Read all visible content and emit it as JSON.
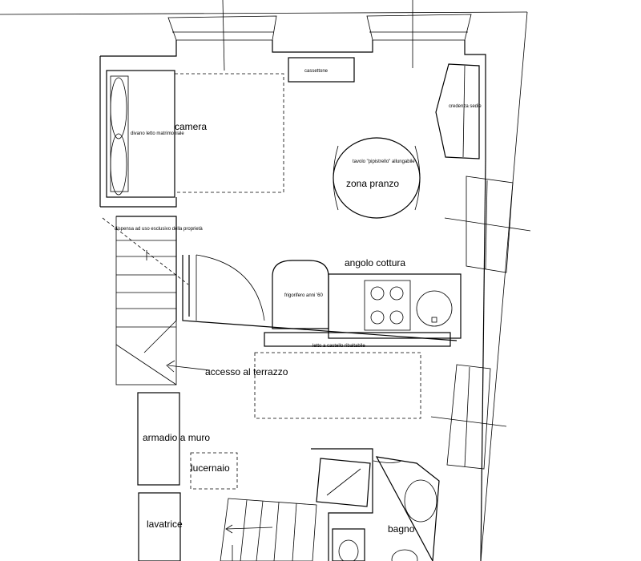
{
  "labels": {
    "camera": "camera",
    "divano_letto": "divano letto matrimoniale",
    "cassettone": "cassettone",
    "credenza": "credenza sedie",
    "tavolo": "tavolo \"pipistrello\" allungabile",
    "zona_pranzo": "zona pranzo",
    "dispensa": "dispensa ad uso esclusivo della proprietà",
    "angolo_cottura": "angolo cottura",
    "frigorifero": "frigorifero anni '60",
    "letto_ribaltabile": "letto a castello ribaltabile",
    "accesso_terrazzo": "accesso al terrazzo",
    "armadio": "armadio a muro",
    "lucernaio": "lucernaio",
    "lavatrice": "lavatrice",
    "bagno": "bagno"
  }
}
